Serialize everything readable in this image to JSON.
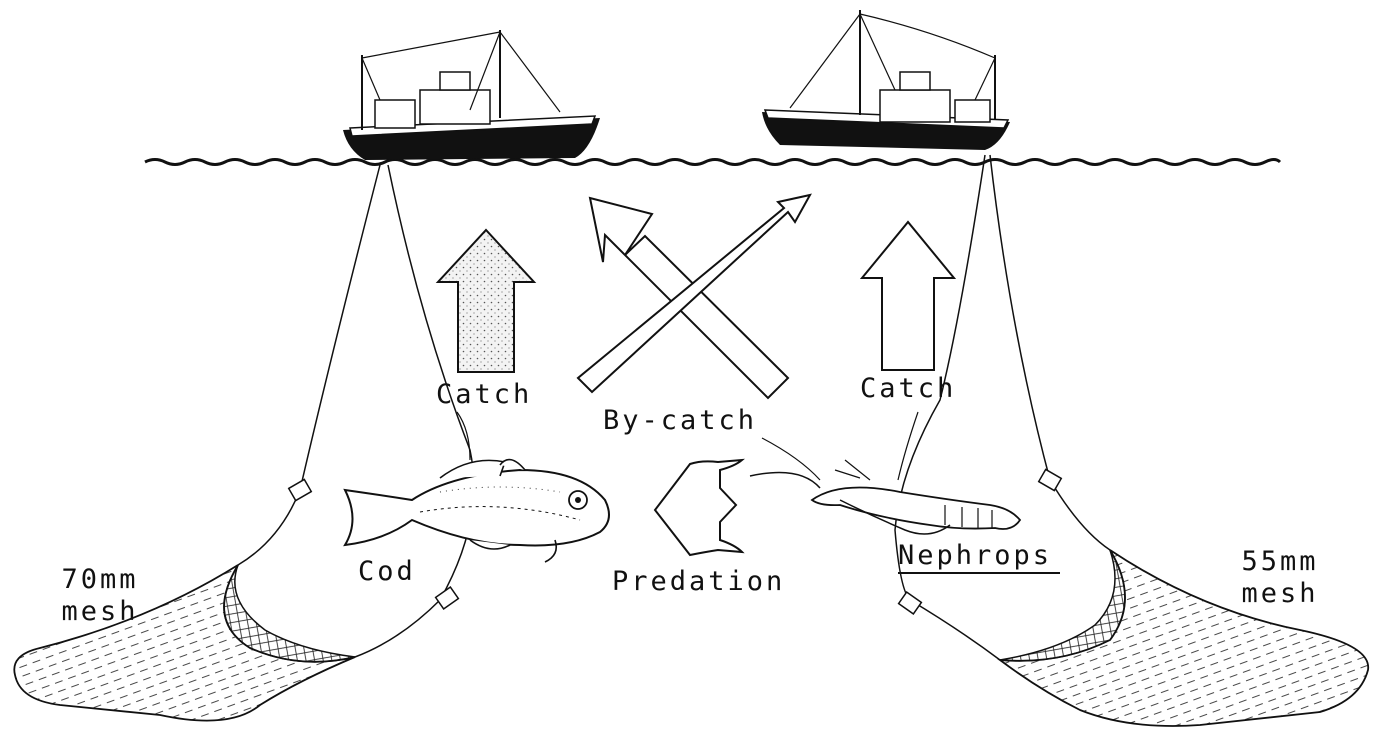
{
  "labels": {
    "catch_left": "Catch",
    "catch_right": "Catch",
    "bycatch": "By-catch",
    "cod": "Cod",
    "predation": "Predation",
    "nephrops": "Nephrops",
    "mesh_left_size": "70mm",
    "mesh_left_word": "mesh",
    "mesh_right_size": "55mm",
    "mesh_right_word": "mesh"
  },
  "colors": {
    "ink": "#111111",
    "paper": "#ffffff",
    "stipple": "#f1f1f1"
  }
}
